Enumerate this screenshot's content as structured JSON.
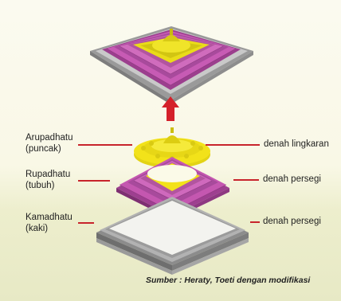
{
  "labels": {
    "arupadhatu": "Arupadhatu",
    "arupadhatu_sub": "(puncak)",
    "rupadhatu": "Rupadhatu",
    "rupadhatu_sub": "(tubuh)",
    "kamadhatu": "Kamadhatu",
    "kamadhatu_sub": "(kaki)",
    "plan_top": "denah lingkaran",
    "plan_mid": "denah persegi",
    "plan_bottom": "denah persegi"
  },
  "source": "Sumber : Heraty, Toeti dengan modifikasi",
  "colors": {
    "leader_line": "#c8242c",
    "arrow": "#d4202a",
    "terrace_pink": "#c457b0",
    "terrace_yellow": "#f2e21a",
    "terrace_gray": "#a9a9a9"
  }
}
